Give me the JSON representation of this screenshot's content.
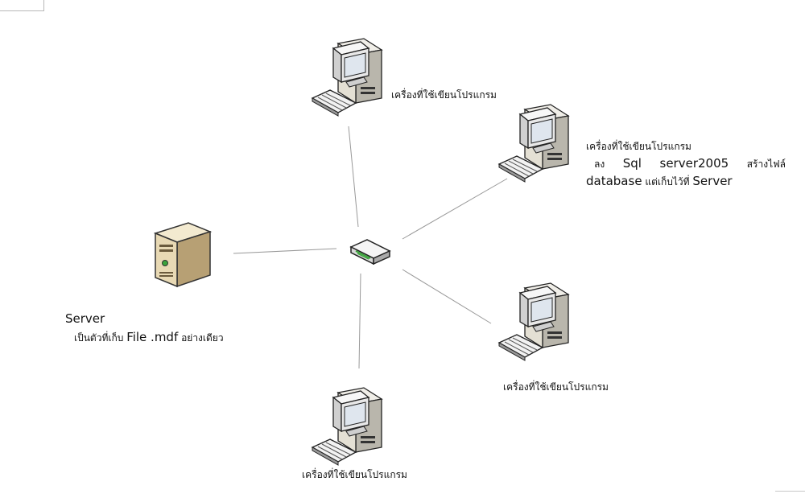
{
  "server": {
    "title": "Server",
    "desc_prefix": "เป็นตัวที่เก็บ",
    "desc_file": "File .mdf",
    "desc_suffix": "อย่างเดียว"
  },
  "clients": {
    "top": {
      "label": "เครื่องที่ใช้เขียนโปรแกรม"
    },
    "right_upper": {
      "label": "เครื่องที่ใช้เขียนโปรแกรม",
      "line2_word1": "ลง",
      "line2_word2": "Sql",
      "line2_word3": "server2005",
      "line2_word4": "สร้างไฟล์",
      "line3_word1": "database",
      "line3_word2": "แต่เก็บไว้ที่",
      "line3_word3": "Server"
    },
    "right_lower": {
      "label": "เครื่องที่ใช้เขียนโปรแกรม"
    },
    "bottom": {
      "label": "เครื่องที่ใช้เขียนโปรแกรม"
    }
  },
  "icons": {
    "server": "server-tower-icon",
    "hub": "network-hub-icon",
    "client": "desktop-computer-icon"
  },
  "colors": {
    "link": "#999999",
    "case": "#e4e0d4",
    "server_case": "#e8d9b4",
    "hub_led": "#3aa33a"
  }
}
